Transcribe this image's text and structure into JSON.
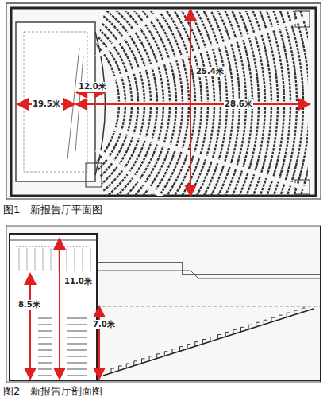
{
  "diagram": {
    "labels": [
      "25.4米",
      "12.0米",
      "19.5米",
      "28.6米",
      "图1　新报告厅平面图",
      "11.0米",
      "8.5米",
      "7.0米",
      "图2　新报告厅剖面图"
    ]
  }
}
